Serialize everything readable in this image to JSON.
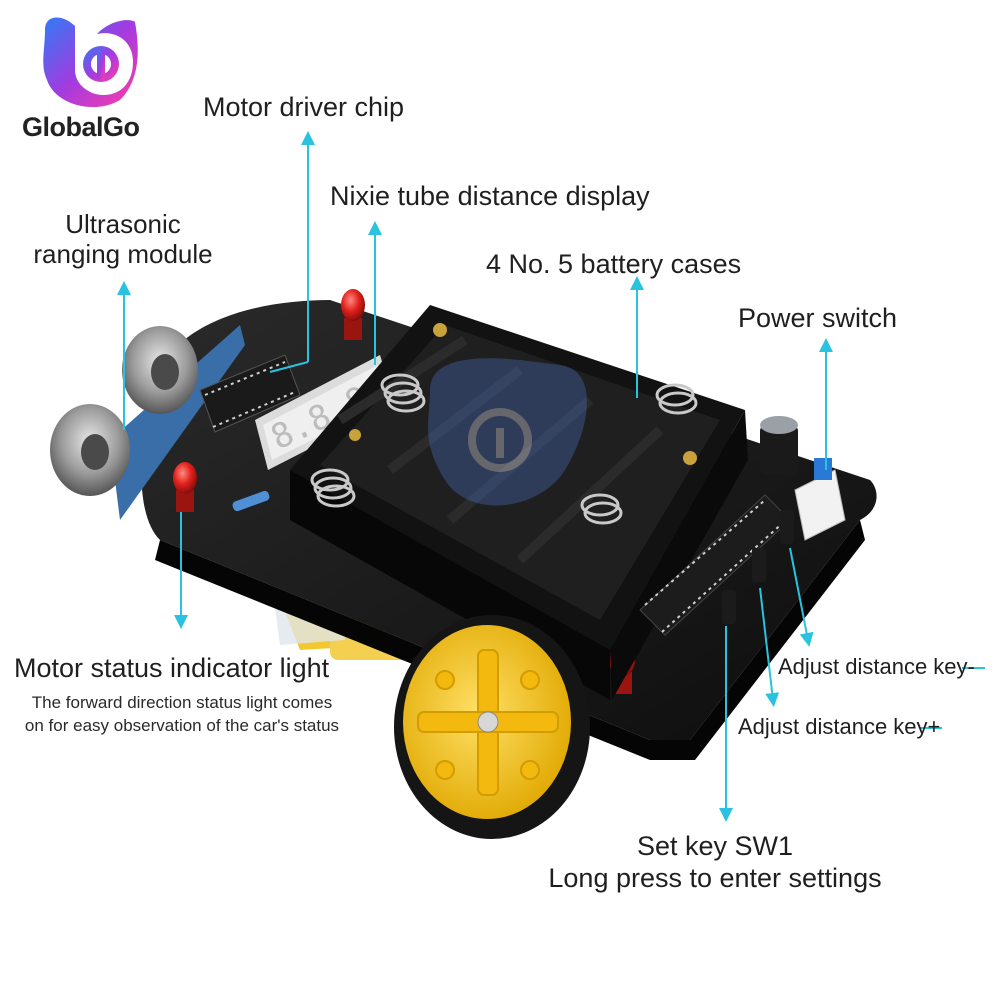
{
  "brand": {
    "name": "GlobalGo",
    "logo_icon": "globalgo-logo-icon",
    "colors": {
      "gradient_start": "#2f7cf6",
      "gradient_mid": "#a23be0",
      "gradient_end": "#ff3da8"
    }
  },
  "callouts": {
    "motor_driver_chip": "Motor driver chip",
    "nixie_display": "Nixie tube distance display",
    "ultrasonic_line1": "Ultrasonic",
    "ultrasonic_line2": "ranging module",
    "battery_cases": "4 No. 5 battery cases",
    "power_switch": "Power switch",
    "motor_status_title": "Motor status indicator light",
    "motor_status_desc_line1": "The forward direction status light comes",
    "motor_status_desc_line2": "on for easy observation of the car's status",
    "adjust_minus": "Adjust distance key-",
    "adjust_plus": "Adjust distance key+",
    "set_key_line1": "Set key SW1",
    "set_key_line2": "Long press to enter settings"
  },
  "colors": {
    "arrow": "#29c3e0",
    "board": "#161616",
    "wheel": "#f7c41c",
    "chassis": "#f1c21a",
    "led": "#e0211c",
    "display": "#d8d8d8"
  }
}
